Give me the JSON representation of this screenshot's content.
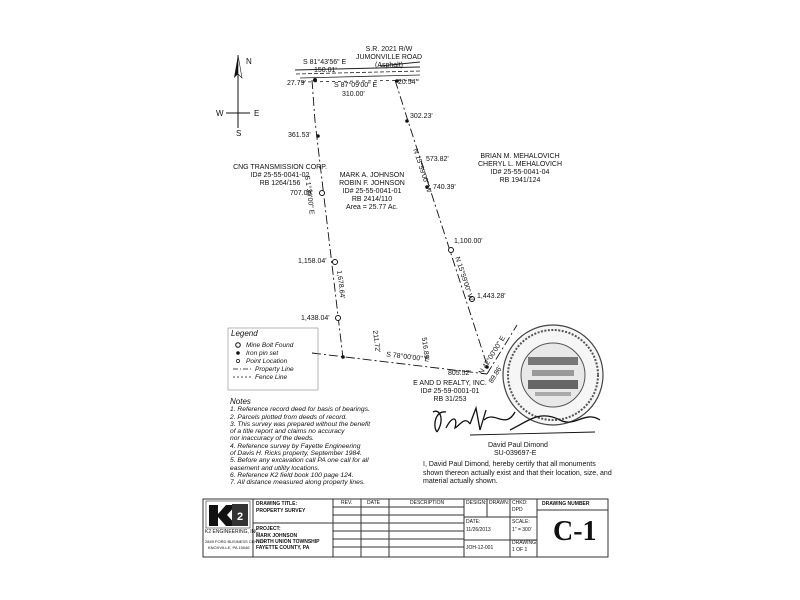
{
  "road": {
    "name_line1": "S.R. 2021 R/W",
    "name_line2": "JUMONVILLE ROAD",
    "name_line3": "(Asphalt)",
    "bearing_top": "S 81°43'56\" E",
    "dist_top": "150.01'",
    "dist_left": "27.79'",
    "bearing_mid": "S 87°09'00\" E",
    "dist_mid": "310.00'",
    "dist_right": "20.54'"
  },
  "north_arrow": {
    "n": "N",
    "s": "S",
    "e": "E",
    "w": "W"
  },
  "owners": {
    "cng": {
      "line1": "CNG TRANSMISSION CORP.",
      "line2": "ID# 25-55-0041-02",
      "line3": "RB 1264/156"
    },
    "mehalovich": {
      "line1": "BRIAN M. MEHALOVICH",
      "line2": "CHERYL L. MEHALOVICH",
      "line3": "ID# 25-55-0041-04",
      "line4": "RB 1941/124"
    },
    "johnson": {
      "line1": "MARK A. JOHNSON",
      "line2": "ROBIN F. JOHNSON",
      "line3": "ID# 25-55-0041-01",
      "line4": "RB 2414/110",
      "line5": "Area = 25.77 Ac."
    },
    "eandd": {
      "line1": "E AND D REALTY, INC.",
      "line2": "ID# 25-59-0001-01",
      "line3": "RB 31/253"
    }
  },
  "west_line": {
    "bearing": "S 1°30'00\" E",
    "dist1": "361.53'",
    "dist2": "707.09'",
    "dist3": "1,158.04'",
    "dist4": "1,438.04'",
    "dist_total": "1,678.64'"
  },
  "east_line": {
    "bearing": "N 15°59'00\" W",
    "bearing_upper": "N 15°59'00\" W",
    "dist1": "302.23'",
    "dist2": "573.82'",
    "dist3": "740.39'",
    "dist4": "1,100.00'",
    "dist5": "1,443.28'"
  },
  "south_line": {
    "bearing": "S 78°00'00\" E",
    "dist_a": "211.72'",
    "dist_b": "516.89'",
    "dist_total": "805.52'",
    "se_bearing": "N 42°00'00\" E",
    "se_dist": "89.86'"
  },
  "legend": {
    "title": "Legend",
    "items": [
      "Mine Bolt Found",
      "Iron pin set",
      "Point Location",
      "Property Line",
      "Fence Line"
    ]
  },
  "notes": {
    "title": "Notes",
    "lines": [
      "1. Reference record deed for basis of bearings.",
      "2. Parcels plotted from deeds of record.",
      "3. This survey was prepared without the benefit",
      "    of a title report and claims no accuracy",
      "    nor inaccuracy of the deeds.",
      "4. Reference survey by Fayette Engineering",
      "    of Davis H. Ricks property, September 1984.",
      "5. Before any excavation call PA one call for all",
      "    easement and utility locations.",
      "6. Reference K2 field book 100 page 124.",
      "7. All distance measured along property lines."
    ]
  },
  "surveyor": {
    "name": "David Paul Dimond",
    "license": "SU-039697-E",
    "signature": "David P. Dimond",
    "certification": "I, David Paul Dimond, hereby certify that all monuments shown thereon actually exist and that their location, size, and material actually shown."
  },
  "title_block": {
    "company": "K2 ENGINEERING, INC.",
    "company_addr1": "2849 FORD BUSINESS CENTER",
    "company_addr2": "KNOXVILLE, PA 15046",
    "drawing_title_label": "DRAWING TITLE:",
    "drawing_title": "PROPERTY SURVEY",
    "project_label": "PROJECT:",
    "project_line1": "MARK JOHNSON",
    "project_line2": "NORTH UNION TOWNSHIP",
    "project_line3": "FAYETTE COUNTY, PA",
    "rev_header": "REV.",
    "date_header": "DATE",
    "desc_header": "DESCRIPTION",
    "design_label": "DESIGN:",
    "drawn_label": "DRAWN:",
    "checked_label": "CHKD:",
    "checked_value": "DPD",
    "date_label": "DATE:",
    "date_value": "11/26/2013",
    "scale_label": "SCALE:",
    "scale_value": "1\" = 300'",
    "job_value": "JOH-12-001",
    "drawing_label": "DRAWING:",
    "drawing_value": "1 OF 1",
    "drawing_number_label": "DRAWING NUMBER",
    "drawing_number": "C-1"
  }
}
